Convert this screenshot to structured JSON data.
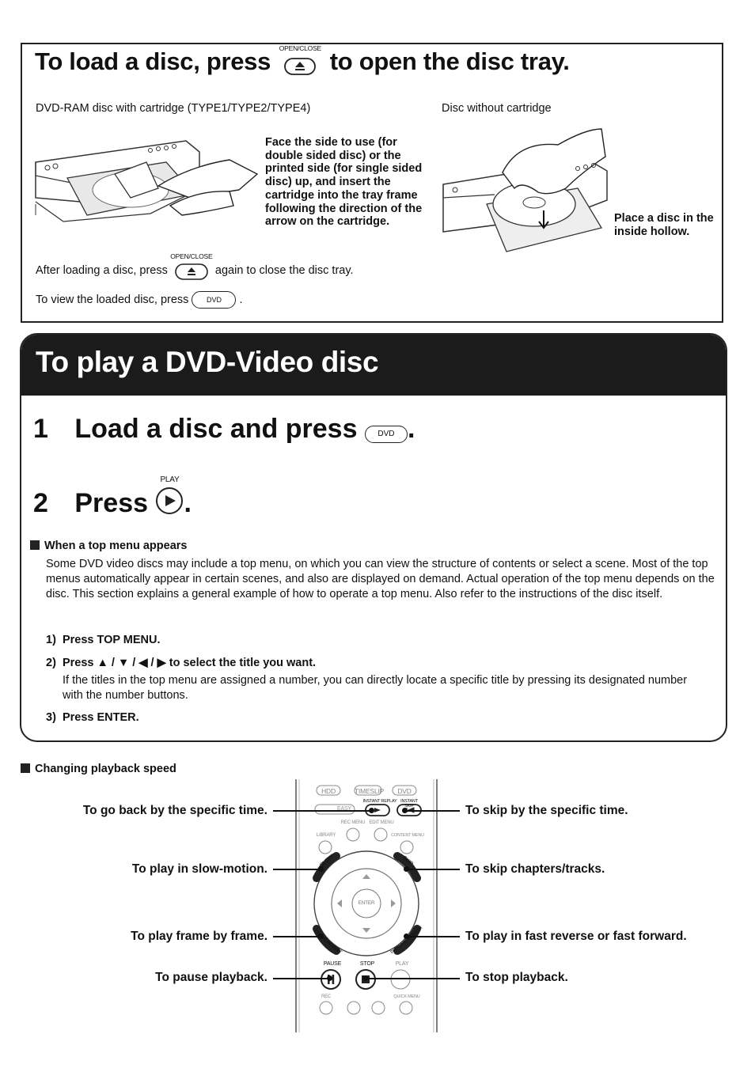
{
  "load": {
    "title_pre": "To load a disc, press",
    "title_post": "to open the disc tray.",
    "open_close_caption": "OPEN/CLOSE",
    "cartridge_caption": "DVD-RAM disc with cartridge (TYPE1/TYPE2/TYPE4)",
    "cartridge_instruction": "Face the side to use (for double sided disc) or the printed side (for single sided disc) up, and insert the cartridge into the tray frame following the direction of the arrow on the cartridge.",
    "no_cartridge_caption": "Disc without cartridge",
    "no_cartridge_instruction": "Place a disc in the inside hollow.",
    "after_pre": "After loading a disc, press",
    "after_post": "again to close the disc tray.",
    "view_pre": "To view the loaded disc, press",
    "view_post": ".",
    "dvd_button": "DVD"
  },
  "play": {
    "title": "To play a DVD-Video disc",
    "step1_num": "1",
    "step1_text": "Load a disc and press",
    "step1_post": ".",
    "step2_num": "2",
    "step2_text": "Press",
    "step2_post": ".",
    "play_caption": "PLAY",
    "dvd_button": "DVD",
    "top_menu_heading": "When a top menu appears",
    "top_menu_body": "Some DVD video discs may include a top menu, on which you can view the structure of contents or select a scene. Most of the top menus automatically appear in certain scenes, and also are displayed on demand. Actual operation of the top menu depends on the disc. This section explains a general example of how to operate a top menu. Also refer to the instructions of the disc itself.",
    "sub1_num": "1)",
    "sub1": "Press TOP MENU.",
    "sub2_num": "2)",
    "sub2": "Press ▲ / ▼ / ◀ / ▶ to select the title you want.",
    "sub2_body": "If the titles in the top menu are assigned a number, you can directly locate a specific title by pressing its designated number with the number buttons.",
    "sub3_num": "3)",
    "sub3": "Press ENTER."
  },
  "speed": {
    "heading": "Changing playback speed",
    "left_labels": [
      "To go back by the specific time.",
      "To play in slow-motion.",
      "To play frame by frame.",
      "To pause playback."
    ],
    "right_labels": [
      "To skip by the specific time.",
      "To skip chapters/tracks.",
      "To play in fast reverse or fast forward.",
      "To stop playback."
    ],
    "remote": {
      "hdd": "HDD",
      "timeslip": "TIMESLIP",
      "dvd": "DVD",
      "easy": "EASY",
      "instant_replay": "INSTANT REPLAY",
      "instant_skip": "INSTANT SKIP",
      "library": "LIBRARY",
      "rec_menu": "REC MENU",
      "edit_menu": "EDIT MENU",
      "content_menu": "CONTENT MENU",
      "slow": "SLOW",
      "skip": "SKIP",
      "enter": "ENTER",
      "frame_adjust": "FRAME/ADJUST",
      "picture_search": "PICTURE SEARCH",
      "pause": "PAUSE",
      "stop": "STOP",
      "play": "PLAY",
      "rec": "REC",
      "quick_menu": "QUICK MENU"
    }
  }
}
